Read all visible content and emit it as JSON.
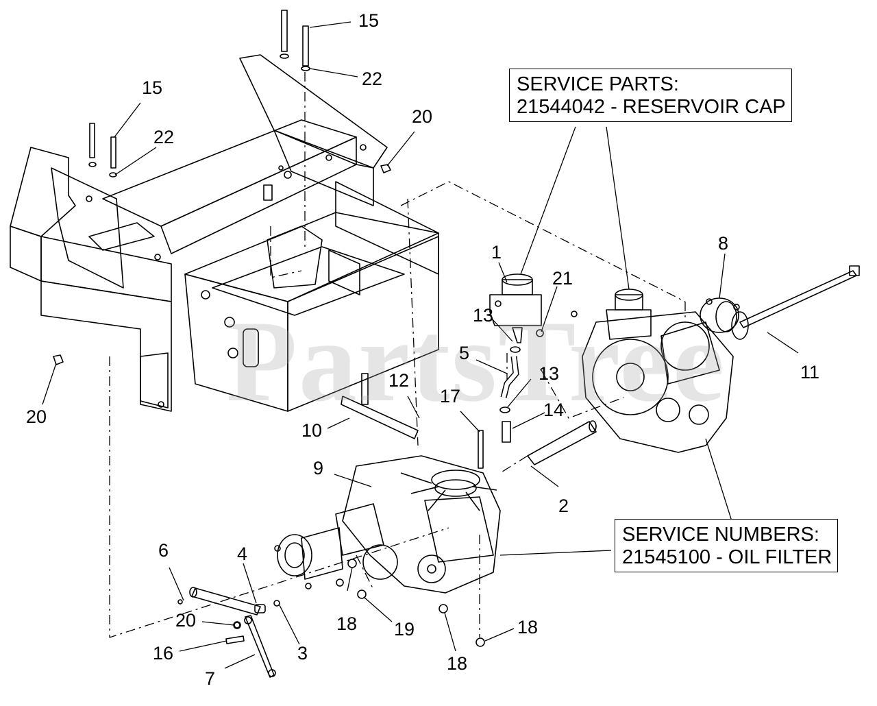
{
  "service_parts": {
    "title": "SERVICE PARTS:",
    "line": "21544042 - RESERVOIR CAP"
  },
  "service_numbers": {
    "title": "SERVICE NUMBERS:",
    "line": "21545100 - OIL FILTER"
  },
  "watermark": "PartsTree",
  "callouts": {
    "c15a": "15",
    "c22a": "22",
    "c15b": "15",
    "c22b": "22",
    "c20a": "20",
    "c20b": "20",
    "c1": "1",
    "c21": "21",
    "c8": "8",
    "c13a": "13",
    "c5": "5",
    "c13b": "13",
    "c14": "14",
    "c11": "11",
    "c12": "12",
    "c17": "17",
    "c10": "10",
    "c9": "9",
    "c2": "2",
    "c6": "6",
    "c4": "4",
    "c20c": "20",
    "c16": "16",
    "c3": "3",
    "c7": "7",
    "c18a": "18",
    "c19": "19",
    "c18b": "18",
    "c18c": "18"
  },
  "colors": {
    "ink": "#000000",
    "paper": "#ffffff",
    "watermark": "#a0a0a0"
  }
}
